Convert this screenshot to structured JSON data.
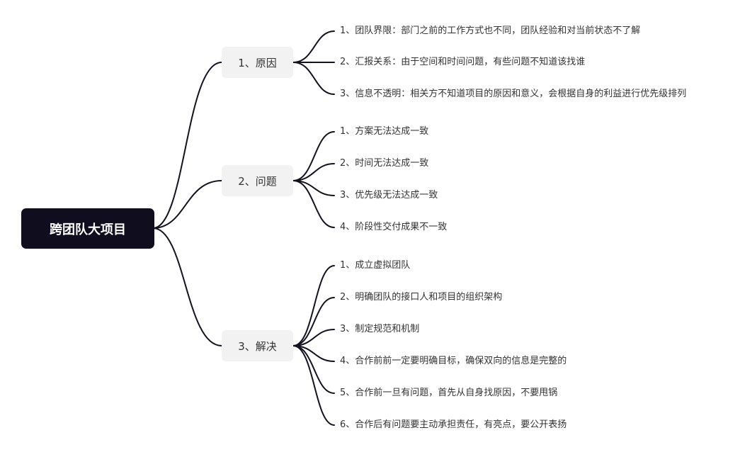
{
  "colors": {
    "root_bg": "#0f0d1e",
    "root_text": "#ffffff",
    "branch_bg": "#f2f2f2",
    "text": "#333333",
    "edge": "#14121e",
    "background": "#ffffff"
  },
  "root": {
    "label": "跨团队大项目"
  },
  "branches": [
    {
      "label": "1、原因",
      "children": [
        "1、团队界限：部门之前的工作方式也不同，团队经验和对当前状态不了解",
        "2、汇报关系：由于空间和时间问题，有些问题不知道该找谁",
        "3、信息不透明：相关方不知道项目的原因和意义，会根据自身的利益进行优先级排列"
      ]
    },
    {
      "label": "2、问题",
      "children": [
        "1、方案无法达成一致",
        "2、时间无法达成一致",
        "3、优先级无法达成一致",
        "4、阶段性交付成果不一致"
      ]
    },
    {
      "label": "3、解决",
      "children": [
        "1、成立虚拟团队",
        "2、明确团队的接口人和项目的组织架构",
        "3、制定规范和机制",
        "4、合作前前一定要明确目标，确保双向的信息是完整的",
        "5、合作前一旦有问题，首先从自身找原因，不要甩锅",
        "6、合作后有问题要主动承担责任，有亮点，要公开表扬"
      ]
    }
  ]
}
